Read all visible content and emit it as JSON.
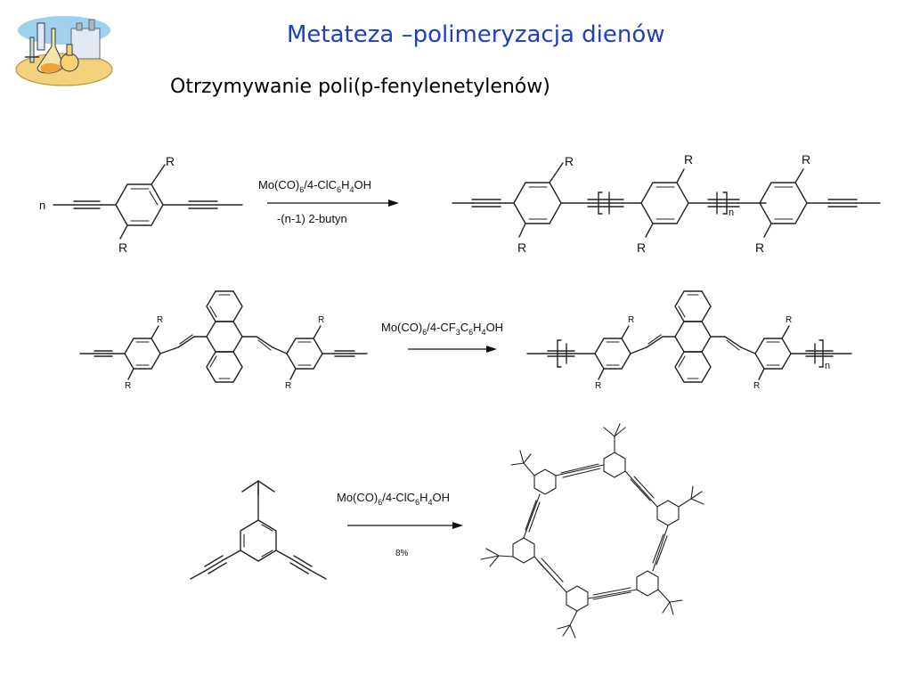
{
  "slide": {
    "title": "Metateza –polimeryzacja dienów",
    "subtitle": "Otrzymywanie poli(p-fenylenetylenów)"
  },
  "reactions": [
    {
      "reagent_main": "Mo(CO)",
      "reagent_sub1": "6",
      "reagent_mid": "/4-ClC",
      "reagent_sub2": "6",
      "reagent_mid2": "H",
      "reagent_sub3": "4",
      "reagent_end": "OH",
      "below_arrow": "-(n-1) 2-butyn",
      "monomer_coeff": "n",
      "substituent": "R",
      "repeat_index": "n"
    },
    {
      "reagent_main": "Mo(CO)",
      "reagent_sub1": "6",
      "reagent_mid": "/4-CF",
      "reagent_sub2": "3",
      "reagent_mid2": "C",
      "reagent_sub3": "6",
      "reagent_mid3": "H",
      "reagent_sub4": "4",
      "reagent_end": "OH",
      "substituent": "R",
      "repeat_index": "n"
    },
    {
      "reagent_main": "Mo(CO)",
      "reagent_sub1": "6",
      "reagent_mid": "/4-ClC",
      "reagent_sub2": "6",
      "reagent_mid2": "H",
      "reagent_sub3": "4",
      "reagent_end": "OH",
      "below_arrow": "8%"
    }
  ],
  "logo": {
    "icon": "chemistry-lab-icon"
  }
}
